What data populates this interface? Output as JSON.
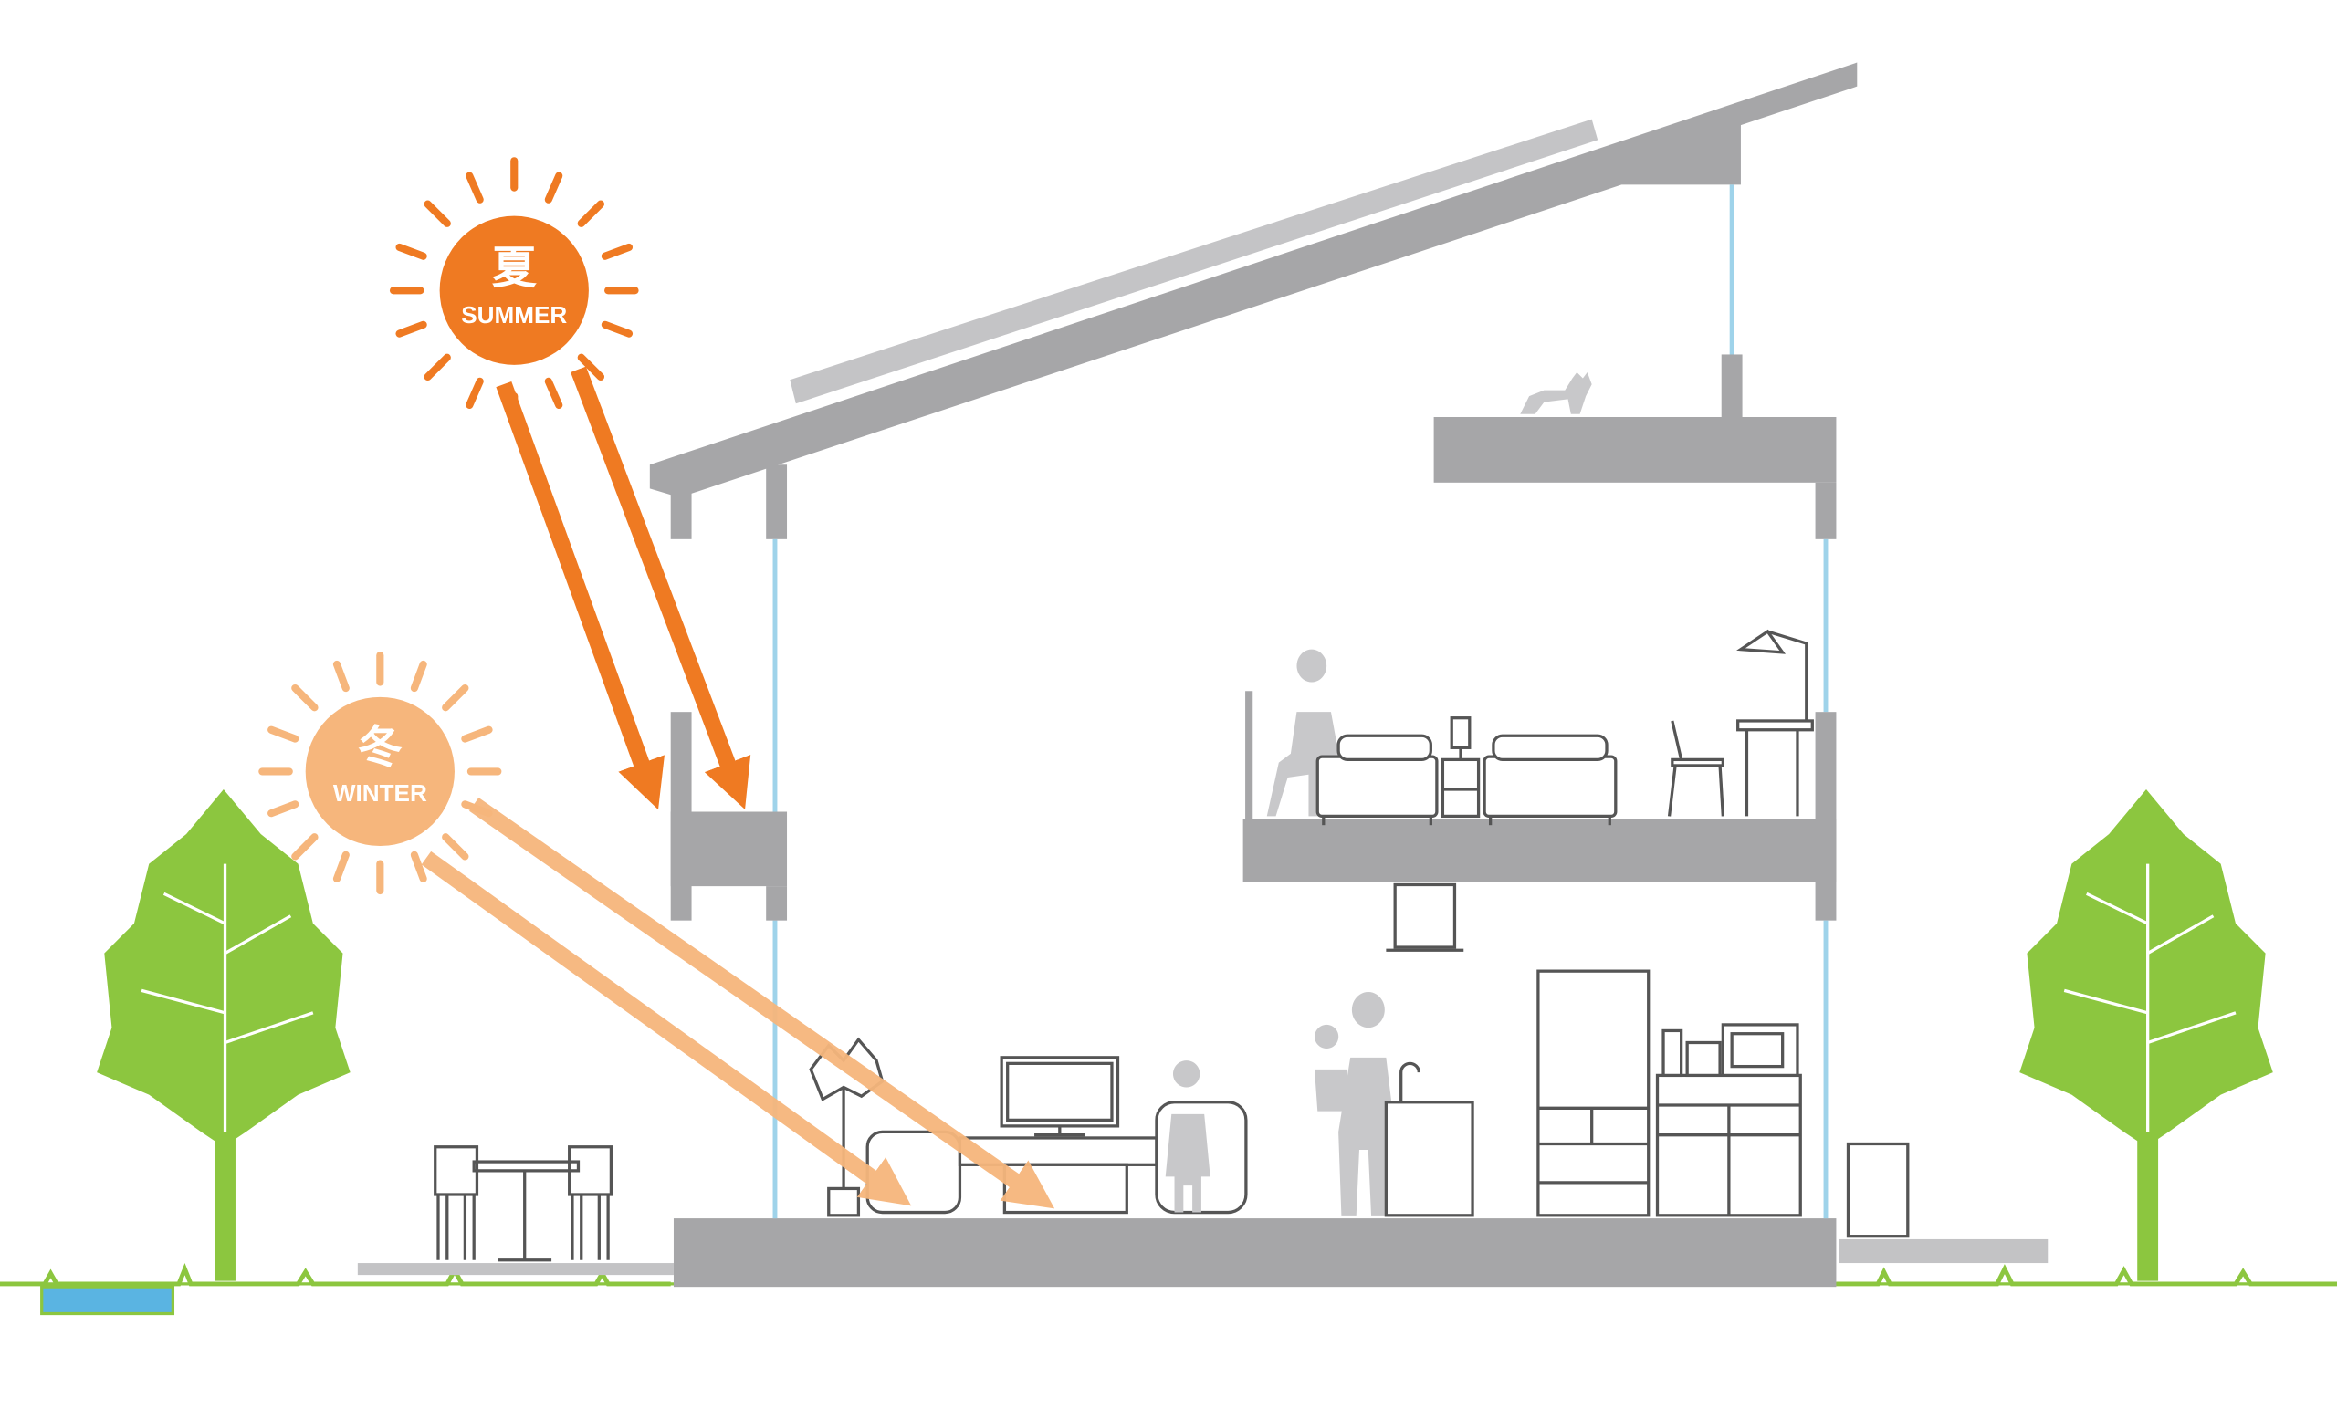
{
  "suns": {
    "summer": {
      "kanji": "夏",
      "label": "SUMMER",
      "color": "#ef7a22"
    },
    "winter": {
      "kanji": "冬",
      "label": "WINTER",
      "color": "#f6b67c"
    }
  },
  "colors": {
    "structure": "#a6a6a8",
    "glass": "#9fd3ea",
    "tree": "#8cc63f",
    "people": "#c8c8ca",
    "furniture_line": "#555555",
    "water": "#5ab4e2"
  }
}
